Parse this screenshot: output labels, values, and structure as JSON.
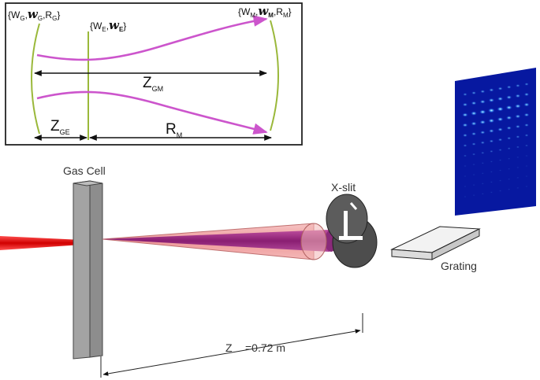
{
  "labels": {
    "gas_cell": "Gas Cell",
    "x_slit": "X-slit",
    "grating": "Grating",
    "distance_var": "Z",
    "distance_value": "=0.72 m"
  },
  "inset": {
    "left_set_open": "{W",
    "left_set_sub_1": "G",
    "left_set_comma_1": ",",
    "left_set_w": "w",
    "left_set_sub_2": "G",
    "left_set_mid": ",R",
    "left_set_sub_3": "G",
    "left_set_close": "}",
    "mid_set_open": "{W",
    "mid_set_sub_1": "E",
    "mid_set_comma": ",",
    "mid_set_w": "w",
    "mid_set_sub_2": "E",
    "mid_set_close": "}",
    "right_set_open": "{W",
    "right_set_sub_1": "M",
    "right_set_comma_1": ",",
    "right_set_w": "w",
    "right_set_sub_2": "M",
    "right_set_mid": ",R",
    "right_set_sub_3": "M",
    "right_set_close": "}",
    "z_gm": "Z",
    "z_gm_sub": "GM",
    "z_ge": "Z",
    "z_ge_sub": "GE",
    "r_m": "R",
    "r_m_sub": "M"
  },
  "colors": {
    "beam_profile": "#cc55cc",
    "mirror": "#9ab83a",
    "laser": "#e02020",
    "cone": "#f0a8a8",
    "inner_cone": "#9a2a7a",
    "cell": "#9a9a9a",
    "detector": "#0a1aa8"
  }
}
